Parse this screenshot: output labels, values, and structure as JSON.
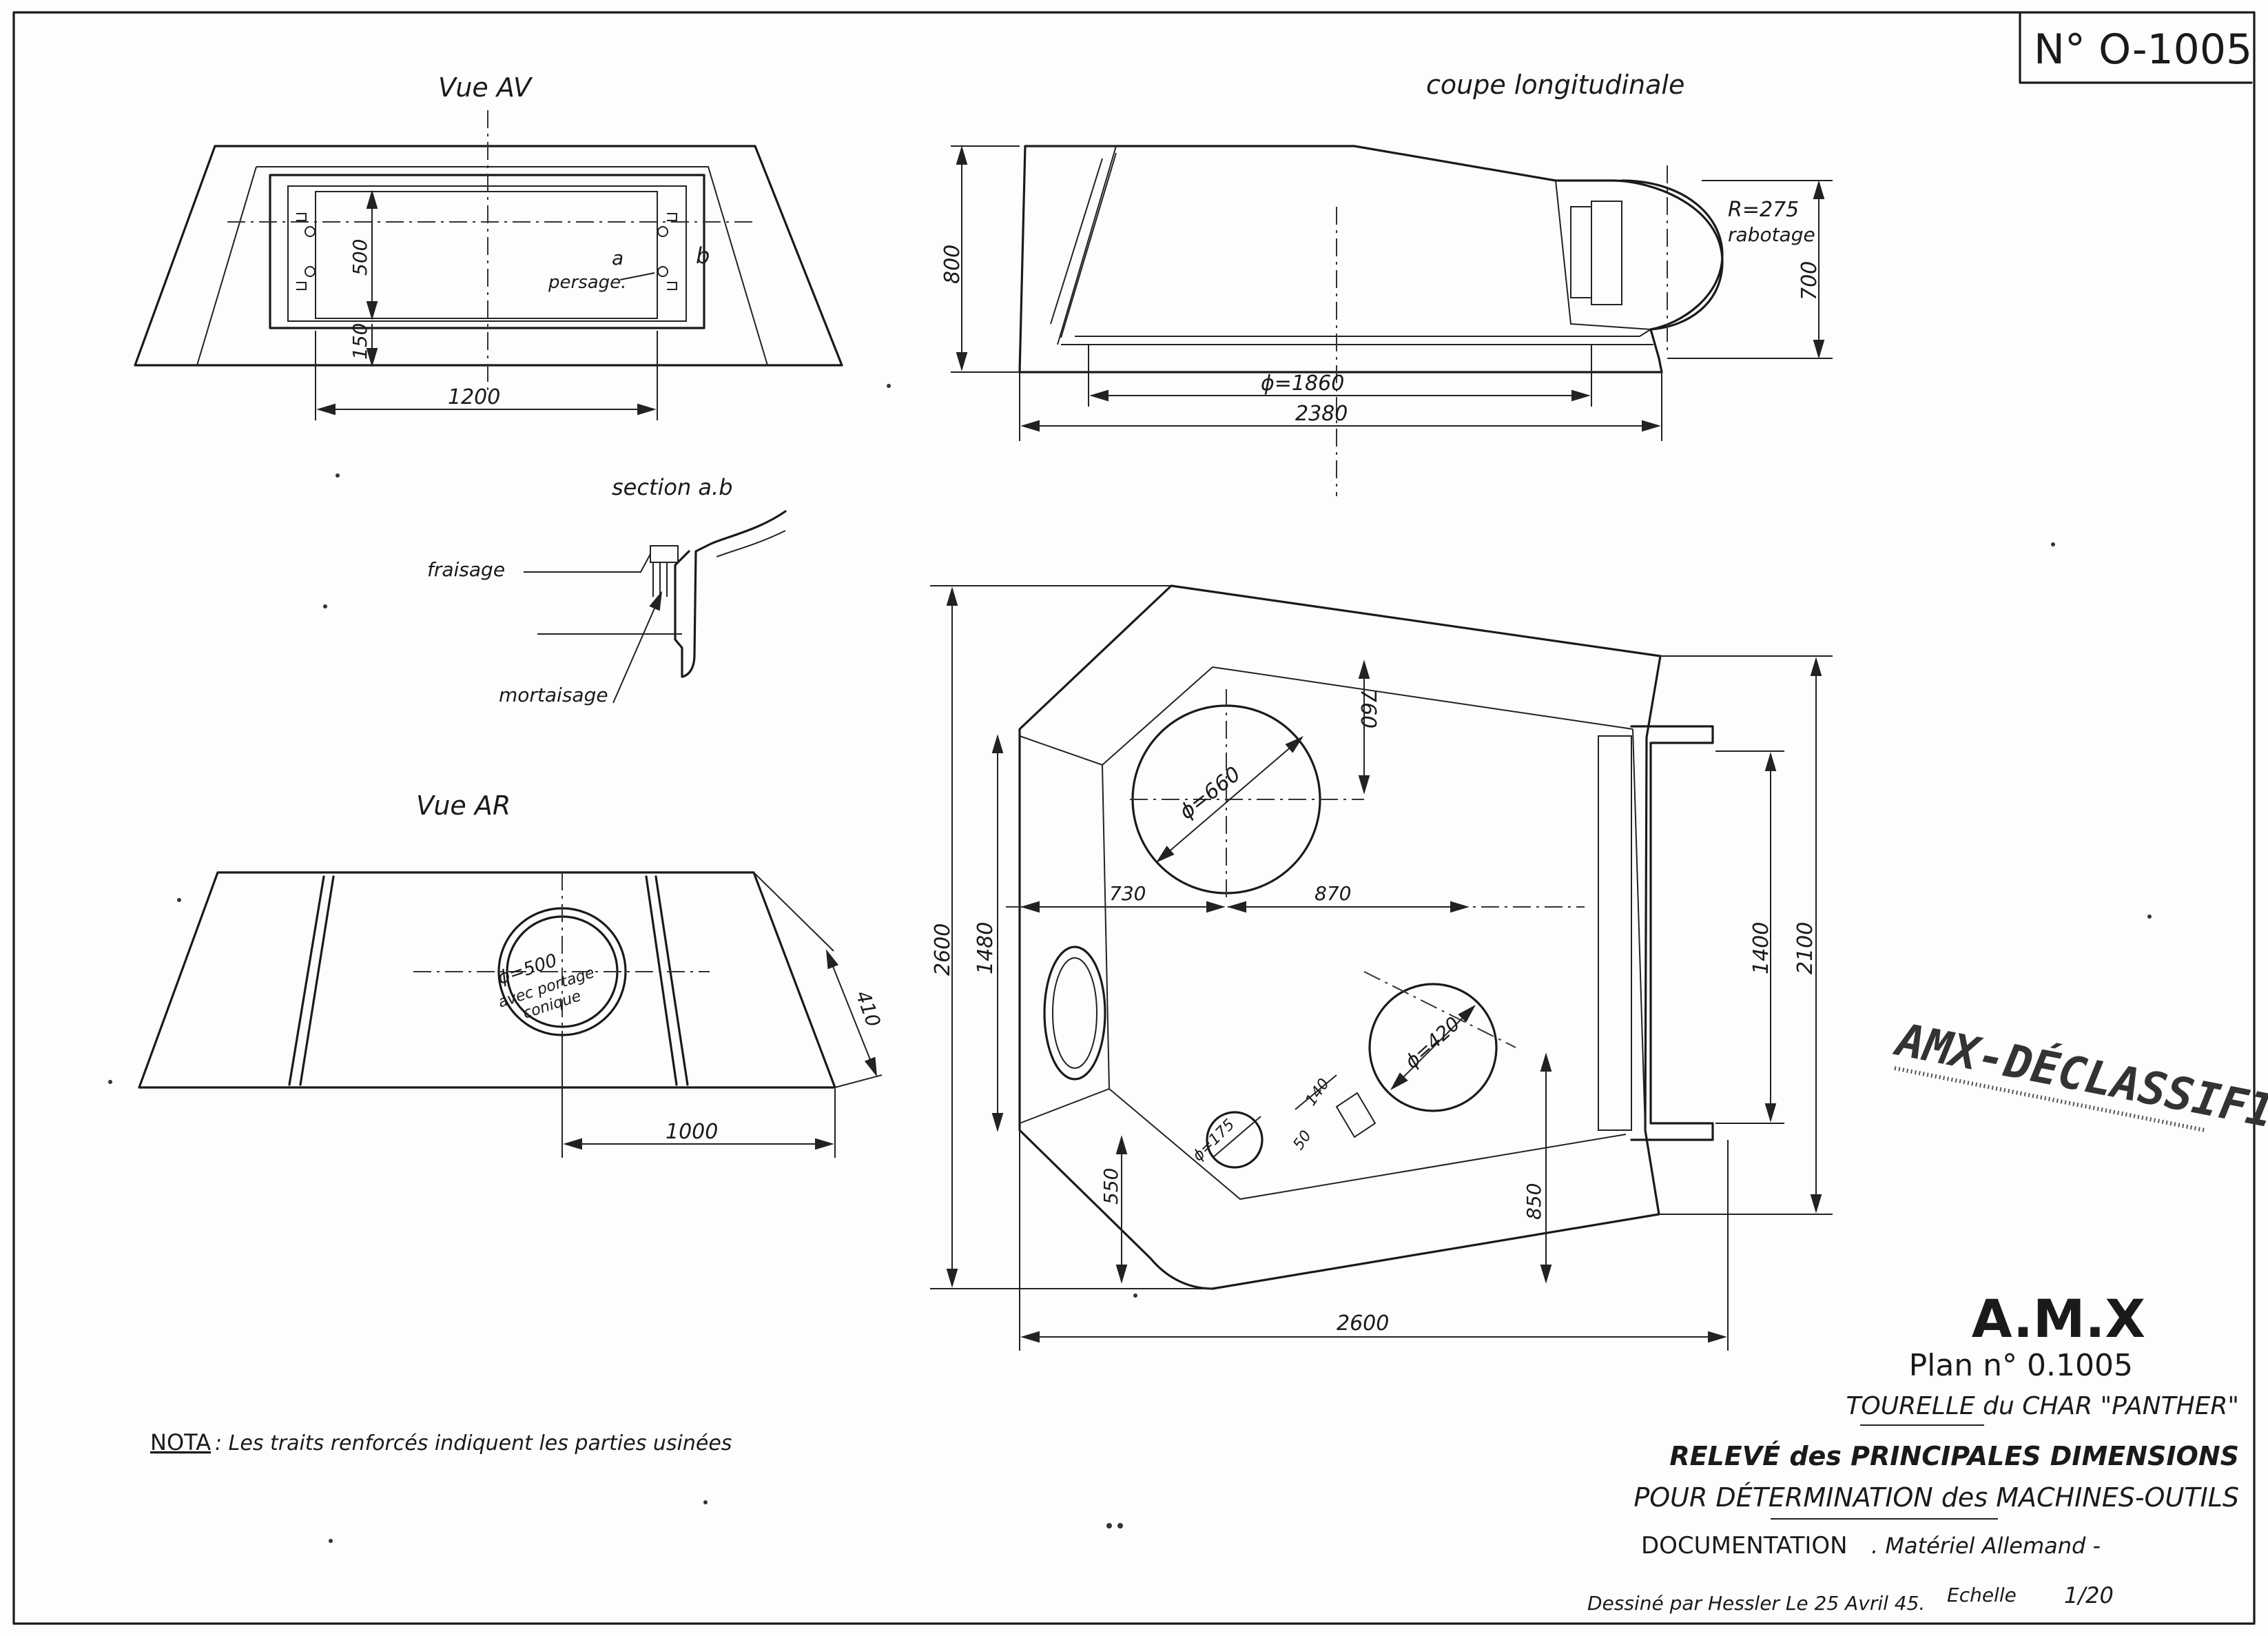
{
  "sheet_number": "N° O-1005",
  "views": {
    "vue_av": {
      "title": "Vue AV",
      "dim_width": "1200",
      "dim_height_500": "500",
      "dim_height_150": "150",
      "label_a": "a",
      "label_b": "b",
      "label_persage": "persage."
    },
    "coupe": {
      "title": "coupe longitudinale",
      "dim_800": "800",
      "dim_700": "700",
      "dim_phi1860": "ϕ=1860",
      "dim_2380": "2380",
      "note_r": "R=275",
      "note_rabotage": "rabotage"
    },
    "section": {
      "title": "section a.b",
      "label_fraisage": "fraisage",
      "label_mortaisage": "mortaisage"
    },
    "vue_ar": {
      "title": "Vue AR",
      "circle_phi": "ϕ=500",
      "circle_note1": "avec portage",
      "circle_note2": "conique",
      "dim_410": "410",
      "dim_1000": "1000"
    },
    "plan": {
      "dim_2600_v": "2600",
      "dim_1480": "1480",
      "dim_760": "760",
      "dim_730": "730",
      "dim_870": "870",
      "dim_550": "550",
      "dim_850": "850",
      "dim_2600_h": "2600",
      "dim_1400": "1400",
      "dim_2100": "2100",
      "circle_660": "ϕ=660",
      "circle_420": "ϕ=420",
      "circle_175": "ϕ=175",
      "dim_140": "140",
      "dim_50": "50"
    }
  },
  "nota": {
    "label": "NOTA",
    "text": ": Les traits renforcés indiquent les parties usinées"
  },
  "stamp": "AMX-DÉCLASSIFIÉ",
  "title_block": {
    "org": "A.M.X",
    "plan_no": "Plan n° 0.1005",
    "line1": "TOURELLE du CHAR \"PANTHER\"",
    "line2": "RELEVÉ des PRINCIPALES DIMENSIONS",
    "line3": "POUR DÉTERMINATION des MACHINES-OUTILS",
    "line4_main": "DOCUMENTATION",
    "line4_sub": ". Matériel Allemand -",
    "drawn": "Dessiné par Hessler Le 25 Avril 45.",
    "echelle_label": "Echelle",
    "echelle_value": "1/20"
  }
}
